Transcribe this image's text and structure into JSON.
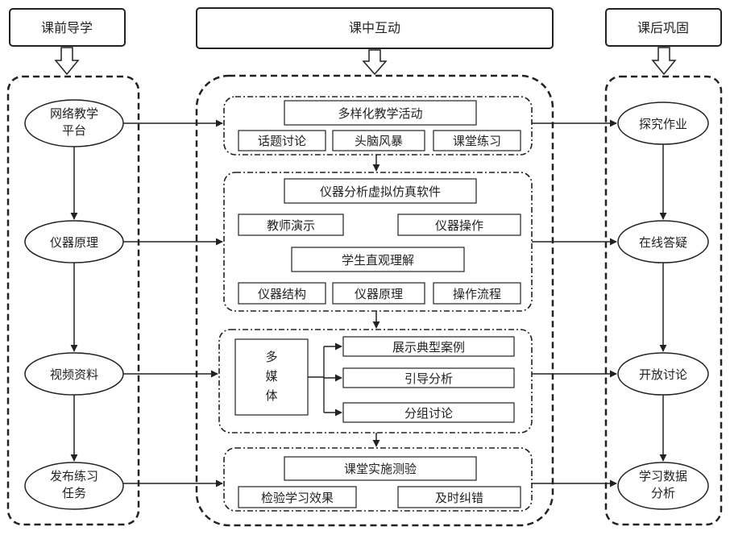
{
  "headers": {
    "pre": "课前导学",
    "in": "课中互动",
    "post": "课后巩固"
  },
  "pre_class": {
    "nodes": [
      [
        "网络教学",
        "平台"
      ],
      [
        "仪器原理"
      ],
      [
        "视频资料"
      ],
      [
        "发布练习",
        "任务"
      ]
    ]
  },
  "in_class": {
    "panel1": {
      "title": "多样化教学活动",
      "items": [
        "话题讨论",
        "头脑风暴",
        "课堂练习"
      ]
    },
    "panel2": {
      "title": "仪器分析虚拟仿真软件",
      "row1": [
        "教师演示",
        "仪器操作"
      ],
      "middle": "学生直观理解",
      "row2": [
        "仪器结构",
        "仪器原理",
        "操作流程"
      ]
    },
    "panel3": {
      "media": [
        "多",
        "媒",
        "体"
      ],
      "items": [
        "展示典型案例",
        "引导分析",
        "分组讨论"
      ]
    },
    "panel4": {
      "title": "课堂实施测验",
      "items": [
        "检验学习效果",
        "及时纠错"
      ]
    }
  },
  "post_class": {
    "nodes": [
      [
        "探究作业"
      ],
      [
        "在线答疑"
      ],
      [
        "开放讨论"
      ],
      [
        "学习数据",
        "分析"
      ]
    ]
  }
}
